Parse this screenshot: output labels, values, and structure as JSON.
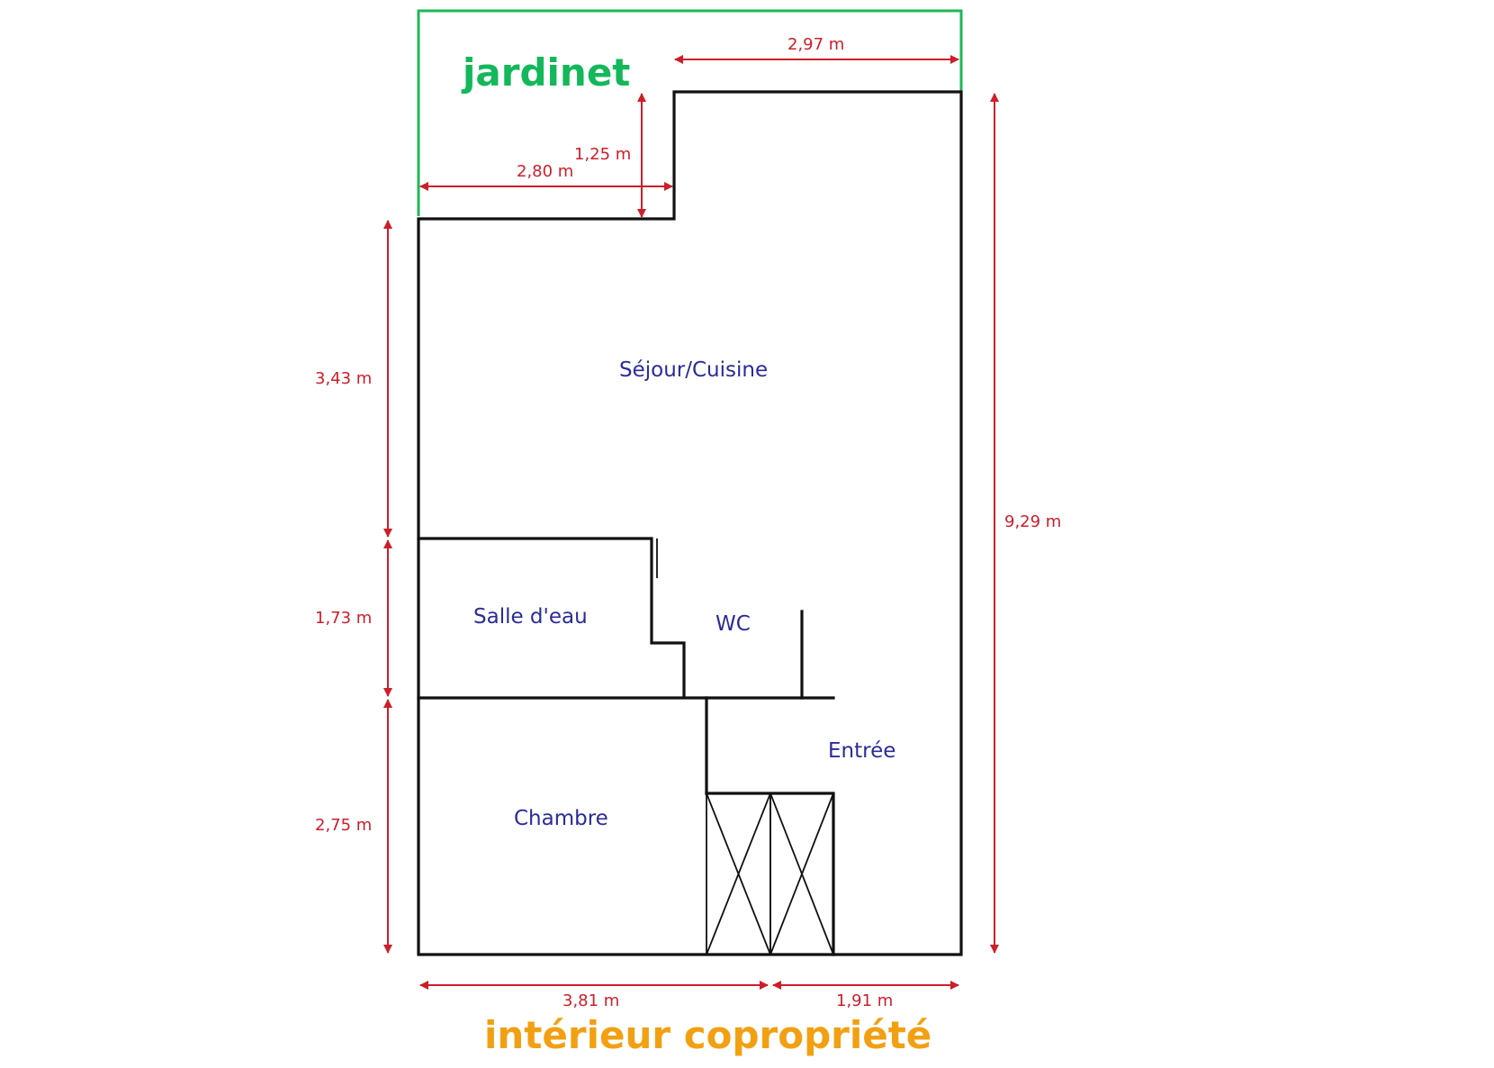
{
  "labels": {
    "garden": "jardinet",
    "outside": "intérieur copropriété"
  },
  "rooms": {
    "living_kitchen": "Séjour/Cuisine",
    "shower_room": "Salle d'eau",
    "wc": "WC",
    "entrance": "Entrée",
    "bedroom": "Chambre"
  },
  "dimensions": {
    "top_width": "2,97 m",
    "notch_height": "1,25 m",
    "notch_width": "2,80 m",
    "living_height": "3,43 m",
    "shower_height": "1,73 m",
    "bedroom_height": "2,75 m",
    "total_height": "9,29 m",
    "bottom_left_width": "3,81 m",
    "bottom_right_width": "1,91 m"
  },
  "colors": {
    "walls": "#111111",
    "dimensions": "#cc1f2a",
    "room_labels": "#2b2b9a",
    "garden": "#12b85a",
    "outside": "#f2a012"
  }
}
